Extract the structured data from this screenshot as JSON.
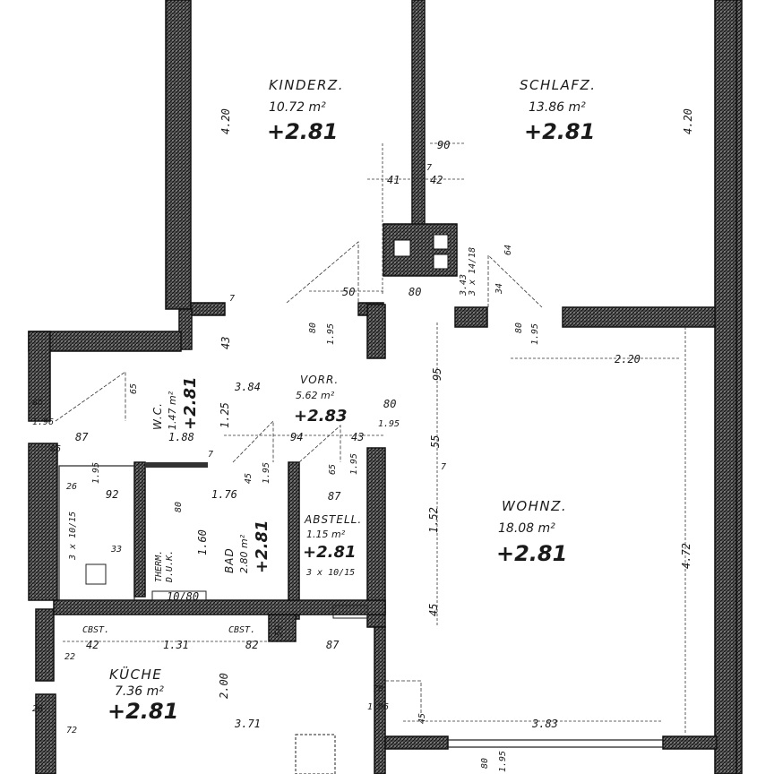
{
  "rooms": {
    "kinderz": {
      "name": "KINDERZ.",
      "area": "10.72 m²",
      "height": "+2.81"
    },
    "schlafz": {
      "name": "SCHLAFZ.",
      "area": "13.86 m²",
      "height": "+2.81"
    },
    "vorr": {
      "name": "VORR.",
      "area": "5.62 m²",
      "height": "+2.83"
    },
    "wc": {
      "name": "W.C.",
      "area": "1.47 m²",
      "height": "+2.81"
    },
    "wohnz": {
      "name": "WOHNZ.",
      "area": "18.08 m²",
      "height": "+2.81"
    },
    "bad": {
      "name": "BAD",
      "area": "2.80 m²",
      "height": "+2.81"
    },
    "abstell": {
      "name": "ABSTELL.",
      "area": "1.15 m²",
      "height": "+2.81",
      "vent": "3 x 10/15"
    },
    "kueche": {
      "name": "KÜCHE",
      "area": "7.36 m²",
      "height": "+2.81"
    }
  },
  "labels": {
    "duk": "D.U.K.",
    "therm": "THERM.",
    "vent_kitchen": "3 x 10/15",
    "vent_chimney": "3 x 14/18",
    "cbst1": "CBST.",
    "cbst2": "CBST."
  },
  "dims": {
    "d_420_left": "4.20",
    "d_420_right": "4.20",
    "d_90": "90",
    "d_7": "7",
    "d_41": "41",
    "d_42": "42",
    "d_50": "50",
    "d_80": "80",
    "d_7b": "7",
    "d_80_195a": "80",
    "d_195a": "1.95",
    "d_80_195b": "80",
    "d_195b": "1.95",
    "d_343": "3.43",
    "d_34": "34",
    "d_64": "64",
    "d_43": "43",
    "d_65": "65",
    "d_384": "3.84",
    "d_80b": "80",
    "d_195c": "1.95",
    "d_95": "95",
    "d_220": "2.20",
    "d_86": "86",
    "d_196": "1.96",
    "d_86b": "86",
    "d_87": "87",
    "d_125": "1.25",
    "d_188": "1.88",
    "d_94": "94",
    "d_43b": "43",
    "d_55": "55",
    "d_7c": "7",
    "d_26": "26",
    "d_195d": "1.95",
    "d_92": "92",
    "d_7d": "7",
    "d_45": "45",
    "d_195e": "1.95",
    "d_176": "1.76",
    "d_80c": "80",
    "d_65b": "65",
    "d_195f": "1.95",
    "d_87b": "87",
    "d_152": "1.52",
    "d_472": "4.72",
    "d_160": "1.60",
    "d_33": "33",
    "d_10_80": "10/80",
    "d_45b": "45",
    "d_42b": "42",
    "d_131": "1.31",
    "d_82": "82",
    "d_50b": "50",
    "d_87c": "87",
    "d_22": "22",
    "d_200": "2.00",
    "d_70": "70",
    "d_196b": "1.96",
    "d_45c": "45",
    "d_26b": "26",
    "d_72": "72",
    "d_371": "3.71",
    "d_383": "3.83",
    "d_80d": "80",
    "d_195g": "1.95"
  }
}
